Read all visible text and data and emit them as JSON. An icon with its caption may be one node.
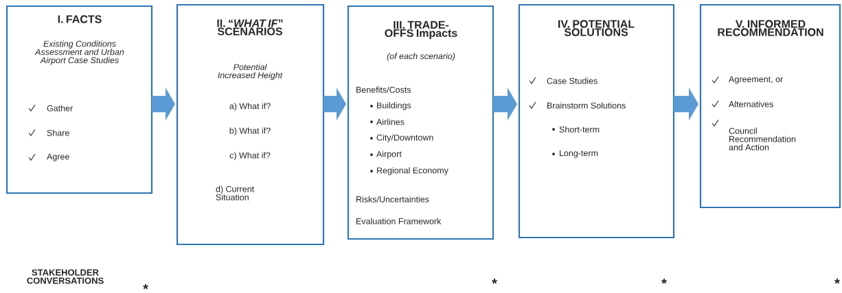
{
  "diagram": {
    "nodes": [
      {
        "text": [
          "I. FACTS",
          "Existing Conditions Assessment and Urban Airport Case Studies",
          "Gather",
          "Share",
          "Agree"
        ]
      },
      {
        "text": [
          "II. “*WHAT IF*” SCENARIOS",
          "Potential Increased Height",
          "a) What if?",
          "b) What if?",
          "c) What if?",
          "d) Current Situation"
        ]
      },
      {
        "text": [
          "III. TRADE-OFFS Impacts",
          "(of each scenario)",
          "Benefits/Costs",
          "Buildings",
          "Airlines",
          "City/Downtown",
          "Airport",
          "Regional Economy",
          "Risks/Uncertainties",
          "Evaluation Framework"
        ]
      },
      {
        "text": [
          "IV. POTENTIAL SOLUTIONS",
          "Case Studies",
          "Brainstorm Solutions",
          "Short-term",
          "Long-term"
        ]
      },
      {
        "text": [
          "V. INFORMED RECOMMENDATION",
          "Agreement, or",
          "Alternatives",
          "Council Recommendation and Action"
        ]
      }
    ],
    "edges": [
      {
        "from": 0,
        "to": 1,
        "arrow": "to"
      },
      {
        "from": 1,
        "to": 2,
        "arrow": "to"
      },
      {
        "from": 2,
        "to": 3,
        "arrow": "to"
      },
      {
        "from": 3,
        "to": 4,
        "arrow": "to"
      }
    ],
    "labels": [
      "STAKEHOLDER CONVERSATIONS",
      "*",
      "*",
      "*",
      "*"
    ]
  }
}
